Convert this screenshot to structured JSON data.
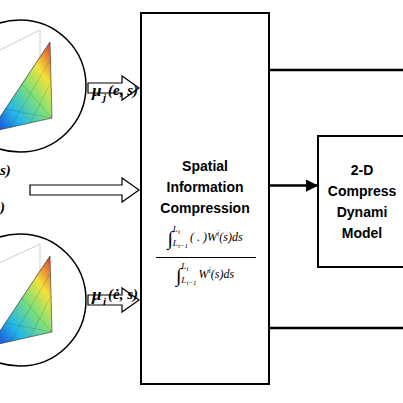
{
  "diagram": {
    "nodes": [
      {
        "text": [
          "Spatial Information Compression",
          "∫",
          "L",
          "i",
          "L",
          "i−1",
          "( . )W",
          "i",
          "(s)ds",
          "∫",
          "L",
          "i",
          "L",
          "i−1",
          "W",
          "i",
          "(s)ds"
        ]
      },
      {
        "text": [
          "2-D Compress Dynami Model"
        ]
      }
    ],
    "edges": [
      {
        "from": 0,
        "to": 1,
        "arrow": "to"
      }
    ],
    "labels": [
      "μ",
      "j",
      "(e, s)",
      "s)",
      ")",
      "μ",
      "i",
      "(ė, s)"
    ]
  }
}
